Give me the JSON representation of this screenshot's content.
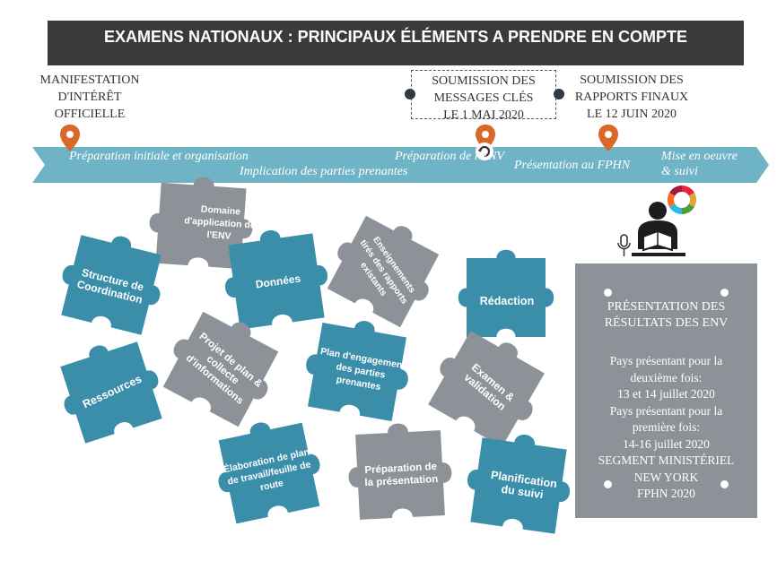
{
  "title": "EXAMENS NATIONAUX : PRINCIPAUX ÉLÉMENTS A PRENDRE EN COMPTE",
  "milestones": [
    {
      "text": "MANIFESTATION\nD'INTÉRÊT\nOFFICIELLE"
    },
    {
      "text": "SOUMISSION DES\nMESSAGES CLÉS\nLE 1 MAI 2020"
    },
    {
      "text": "SOUMISSION DES\nRAPPORTS FINAUX\nLE 12 JUIN 2020"
    }
  ],
  "phases": {
    "p1": "Préparation initiale et organisation",
    "p2": "Implication des parties prenantes",
    "p3": "Préparation de l'ENV",
    "p4": "Présentation au FPHN",
    "p5a": "Mise en oeuvre",
    "p5b": "& suivi"
  },
  "pieces": [
    {
      "label": "Domaine\nd'application de\nl'ENV",
      "color": "gray"
    },
    {
      "label": "Structure de\nCoordination",
      "color": "teal"
    },
    {
      "label": "Données",
      "color": "teal"
    },
    {
      "label": "Enseignements\ntirés des rapports\nexistants",
      "color": "gray"
    },
    {
      "label": "Rédaction",
      "color": "teal"
    },
    {
      "label": "Projet de plan &\ncollecte\nd'informations",
      "color": "gray"
    },
    {
      "label": "Plan d'engagement\ndes parties\nprenantes",
      "color": "teal"
    },
    {
      "label": "Examen &\nvalidation",
      "color": "gray"
    },
    {
      "label": "Ressources",
      "color": "teal"
    },
    {
      "label": "Élaboration de plan\nde travail/feuille de\nroute",
      "color": "teal"
    },
    {
      "label": "Préparation de\nla présentation",
      "color": "gray"
    },
    {
      "label": "Planification\ndu suivi",
      "color": "teal"
    }
  ],
  "results": {
    "title": "PRÉSENTATION DES\nRÉSULTATS DES ENV",
    "lines": [
      "Pays présentant pour la",
      "deuxième fois:",
      "13 et 14  juillet 2020",
      "Pays présentant pour la",
      "première fois:",
      "14-16 juillet 2020",
      "SEGMENT MINISTÉRIEL",
      "NEW YORK",
      "FPHN 2020"
    ]
  },
  "colors": {
    "teal": "#3a8ea9",
    "gray": "#8c9298",
    "band": "#6fb3c6",
    "pin": "#d9692a",
    "title_bg": "#3a3a3a"
  },
  "icons": [
    "location-pin-icon",
    "refresh-icon",
    "reader-podium-icon",
    "microphone-icon",
    "sdg-wheel-icon"
  ]
}
